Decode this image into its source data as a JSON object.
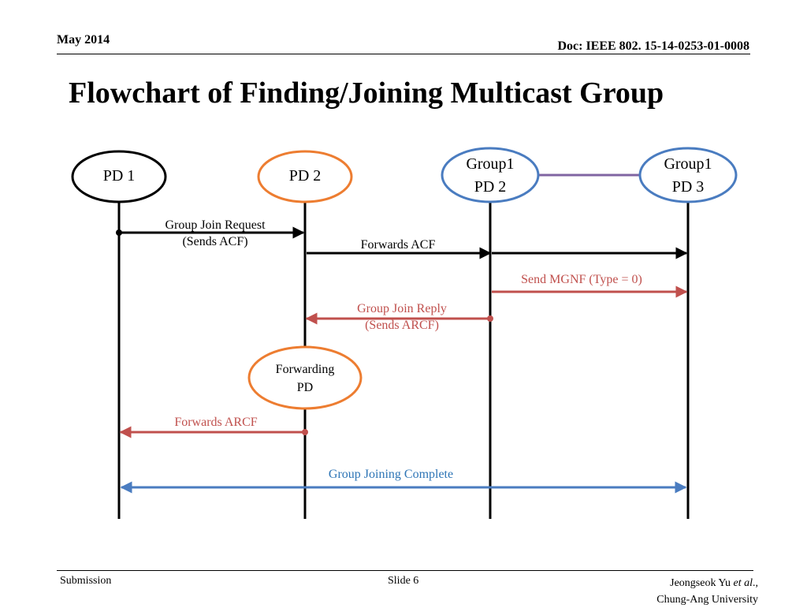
{
  "header": {
    "date": "May 2014",
    "doc": "Doc: IEEE 802. 15-14-0253-01-0008"
  },
  "title": "Flowchart of Finding/Joining Multicast Group",
  "colors": {
    "black": "#000000",
    "orange": "#ED7D31",
    "blue": "#4472C4",
    "red": "#C0504D",
    "purple": "#8064A2",
    "complete": "#2E75B6"
  },
  "nodes": {
    "pd1": {
      "label": "PD 1"
    },
    "pd2": {
      "label": "PD 2"
    },
    "group1_pd2": {
      "line1": "Group1",
      "line2": "PD 2"
    },
    "group1_pd3": {
      "line1": "Group1",
      "line2": "PD 3"
    },
    "forwarding_pd": {
      "line1": "Forwarding",
      "line2": "PD"
    }
  },
  "messages": {
    "group_join_request": {
      "line1": "Group Join Request",
      "line2": "(Sends ACF)"
    },
    "forwards_acf": "Forwards ACF",
    "send_mgnf": "Send MGNF (Type = 0)",
    "group_join_reply": {
      "line1": "Group Join Reply",
      "line2": "(Sends ARCF)"
    },
    "forwards_arcf": "Forwards ARCF",
    "group_joining_complete": "Group Joining Complete"
  },
  "footer": {
    "submission": "Submission",
    "slide": "Slide 6",
    "author": "Jeongseok Yu",
    "author_suffix": "et al",
    "affiliation": "Chung-Ang University"
  }
}
